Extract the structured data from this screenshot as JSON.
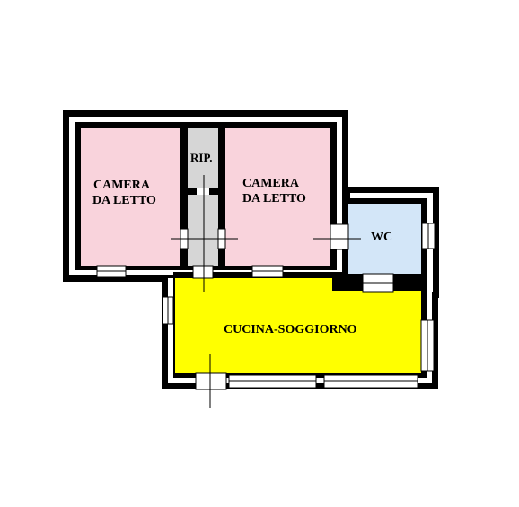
{
  "rooms": {
    "camera1": {
      "line1": "CAMERA",
      "line2": "DA LETTO",
      "color": "#f9d3dc"
    },
    "rip": {
      "label": "RIP.",
      "color": "#d6d6d6"
    },
    "camera2": {
      "line1": "CAMERA",
      "line2": "DA LETTO",
      "color": "#f9d3dc"
    },
    "wc": {
      "label": "WC",
      "color": "#d3e6f8"
    },
    "cucina": {
      "label": "CUCINA-SOGGIORNO",
      "color": "#ffff00"
    }
  },
  "colors": {
    "wall": "#000000",
    "background": "#ffffff"
  }
}
